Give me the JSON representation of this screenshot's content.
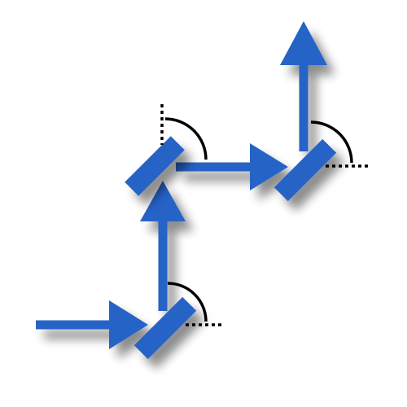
{
  "diagram": {
    "colors": {
      "beam": "#2563c7",
      "mirror": "#2563c7",
      "angle_arc": "#000000",
      "reference_line": "#000000",
      "shadow": "#000000",
      "background": "#ffffff"
    },
    "icons": {
      "mirror": "mirror-icon",
      "beam_arrow": "arrow-icon",
      "angle_arc": "angle-arc-icon",
      "reference_line": "dotted-reference-line"
    },
    "description_elements": {
      "mirror_count": 3,
      "beam_segments": 4,
      "angle_marks": 3
    }
  }
}
